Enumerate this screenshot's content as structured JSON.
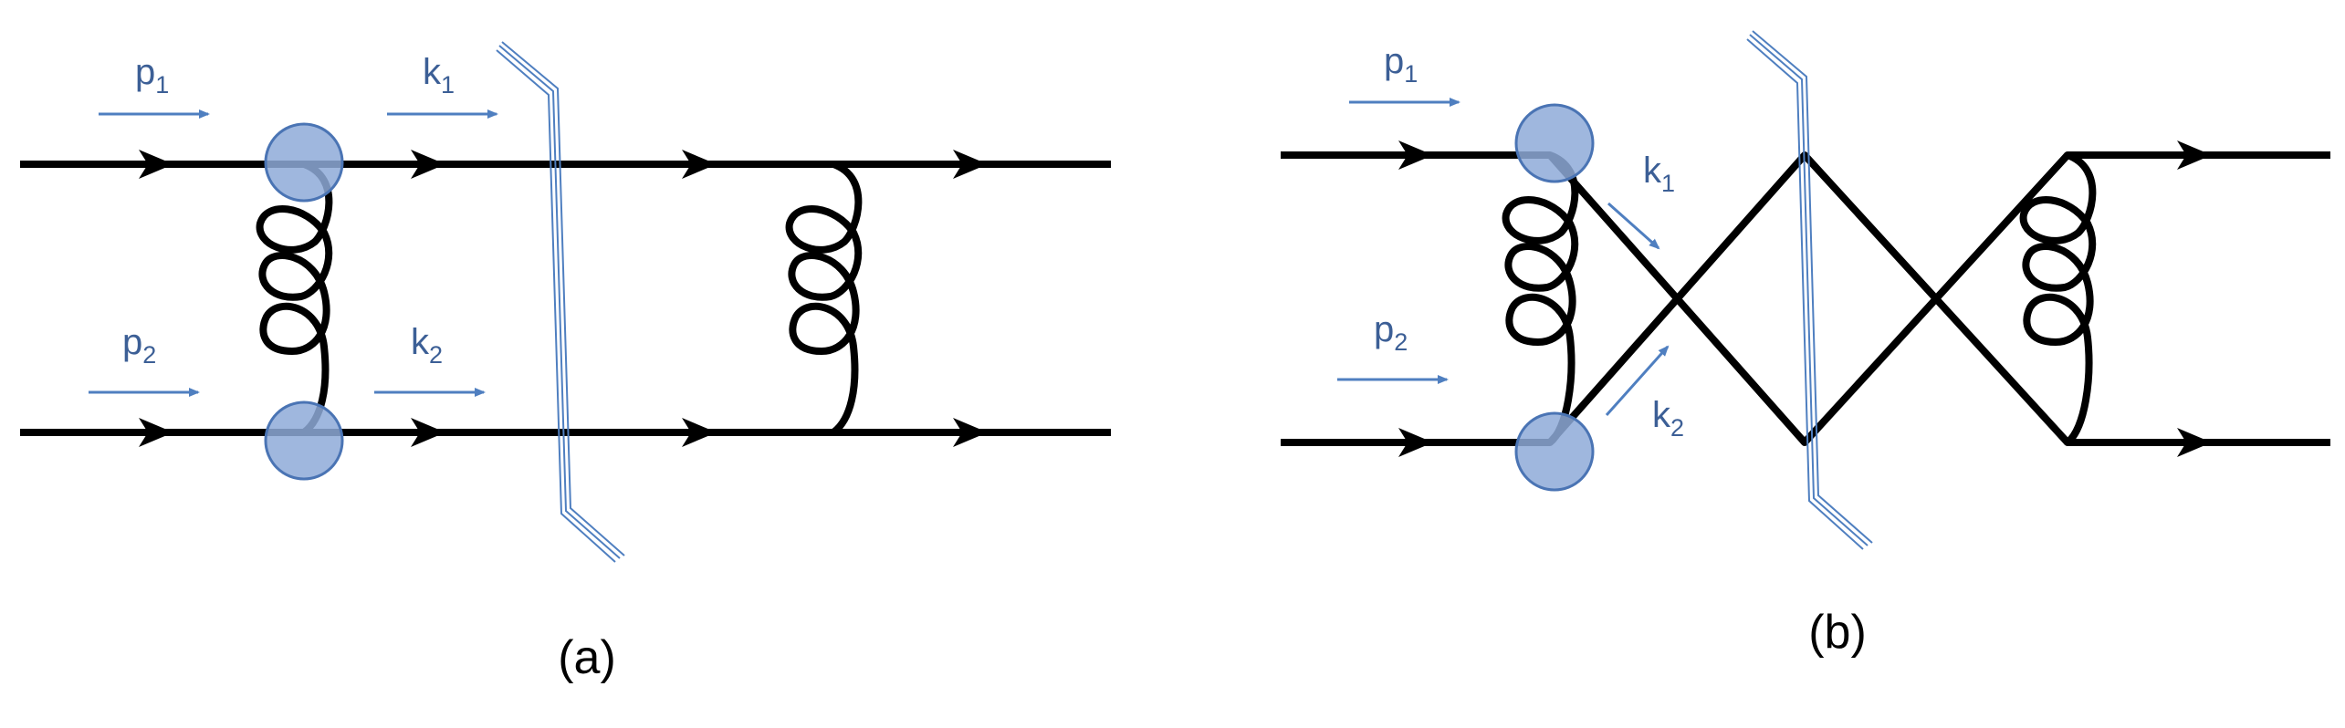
{
  "colors": {
    "line": "#000000",
    "label": "#3c5f96",
    "blob_fill": "#8eaad8",
    "blob_stroke": "#4a74b4",
    "cut": "#4f7fc0"
  },
  "diagram_a": {
    "caption": "(a)",
    "labels": {
      "p1": {
        "main": "p",
        "sub": "1"
      },
      "p2": {
        "main": "p",
        "sub": "2"
      },
      "k1": {
        "main": "k",
        "sub": "1"
      },
      "k2": {
        "main": "k",
        "sub": "2"
      }
    }
  },
  "diagram_b": {
    "caption": "(b)",
    "labels": {
      "p1": {
        "main": "p",
        "sub": "1"
      },
      "p2": {
        "main": "p",
        "sub": "2"
      },
      "k1": {
        "main": "k",
        "sub": "1"
      },
      "k2": {
        "main": "k",
        "sub": "2"
      }
    }
  }
}
